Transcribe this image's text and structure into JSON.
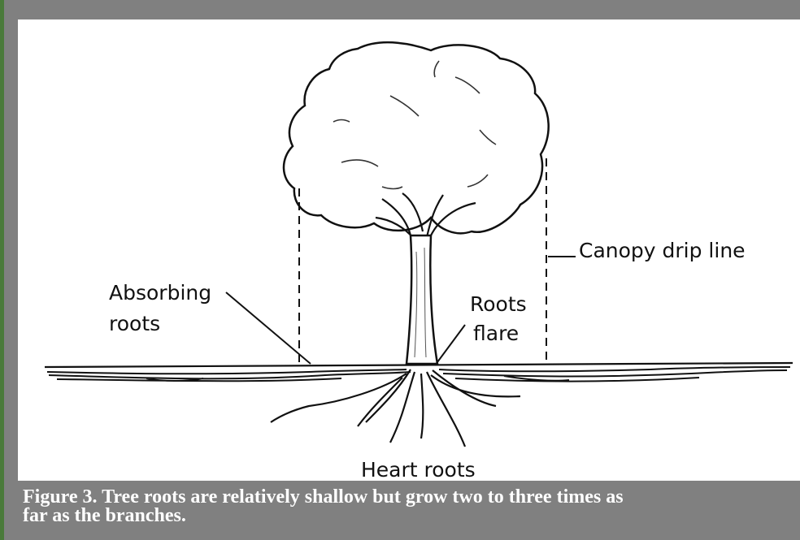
{
  "labels": {
    "canopy_drip_line": "Canopy drip line",
    "absorbing_roots_line1": "Absorbing",
    "absorbing_roots_line2": "roots",
    "roots_flare_line1": "Roots",
    "roots_flare_line2": "flare",
    "heart_roots": "Heart roots"
  },
  "caption": {
    "line1": "Figure 3. Tree roots are relatively shallow but grow two to three times as",
    "line2": "far as the branches."
  },
  "colors": {
    "frame": "#808080",
    "panel": "#ffffff",
    "ink": "#111111",
    "caption_text": "#ffffff"
  }
}
